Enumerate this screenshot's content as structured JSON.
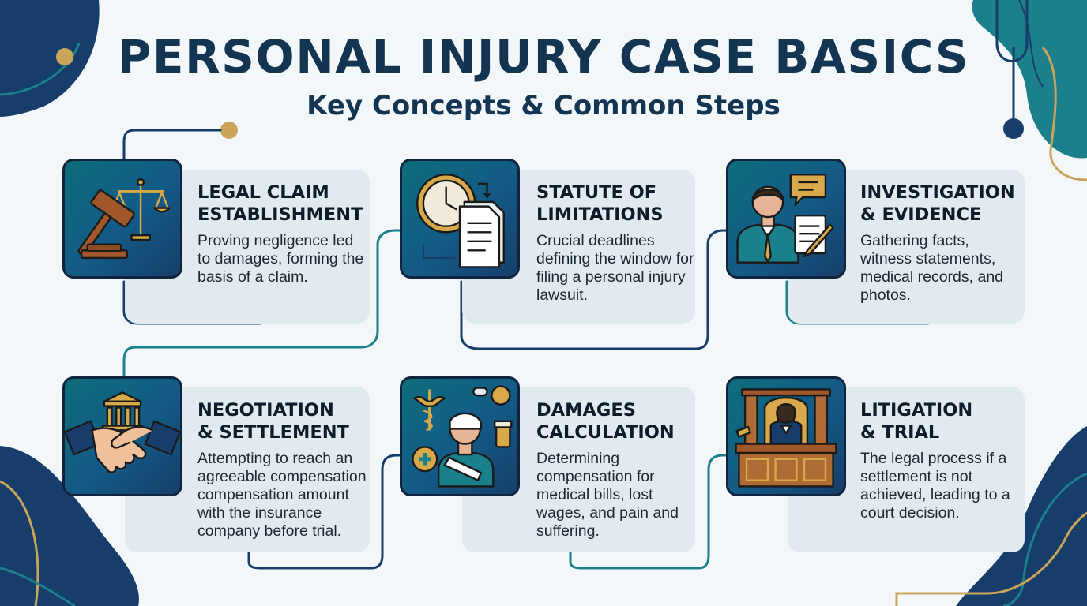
{
  "header": {
    "title": "PERSONAL INJURY CASE BASICS",
    "subtitle": "Key Concepts & Common Steps"
  },
  "colors": {
    "navy": "#143552",
    "teal": "#1b7f8c",
    "gold": "#c9a55c",
    "card": "#e1ebef"
  },
  "steps": [
    {
      "title": "LEGAL CLAIM\nESTABLISHMENT",
      "description": "Proving negligence led to damages, forming the basis of a claim.",
      "icon": "gavel-and-scales-icon"
    },
    {
      "title": "STATUTE OF\nLIMITATIONS",
      "description": "Crucial deadlines defining the window for filing a personal injury lawsuit.",
      "icon": "clock-and-document-icon"
    },
    {
      "title": "INVESTIGATION\n& EVIDENCE",
      "description": "Gathering facts, witness statements, medical records, and photos.",
      "icon": "investigator-notepad-icon"
    },
    {
      "title": "NEGOTIATION\n& SETTLEMENT",
      "description": "Attempting to reach an agreeable compensation compensation amount with the insurance company before trial.",
      "icon": "handshake-courthouse-icon"
    },
    {
      "title": "DAMAGES\nCALCULATION",
      "description": "Determining compensation for medical bills, lost wages, and pain and suffering.",
      "icon": "injured-patient-icon"
    },
    {
      "title": "LITIGATION\n& TRIAL",
      "description": "The legal process if a settlement is not achieved, leading to a court decision.",
      "icon": "courtroom-judge-icon"
    }
  ]
}
